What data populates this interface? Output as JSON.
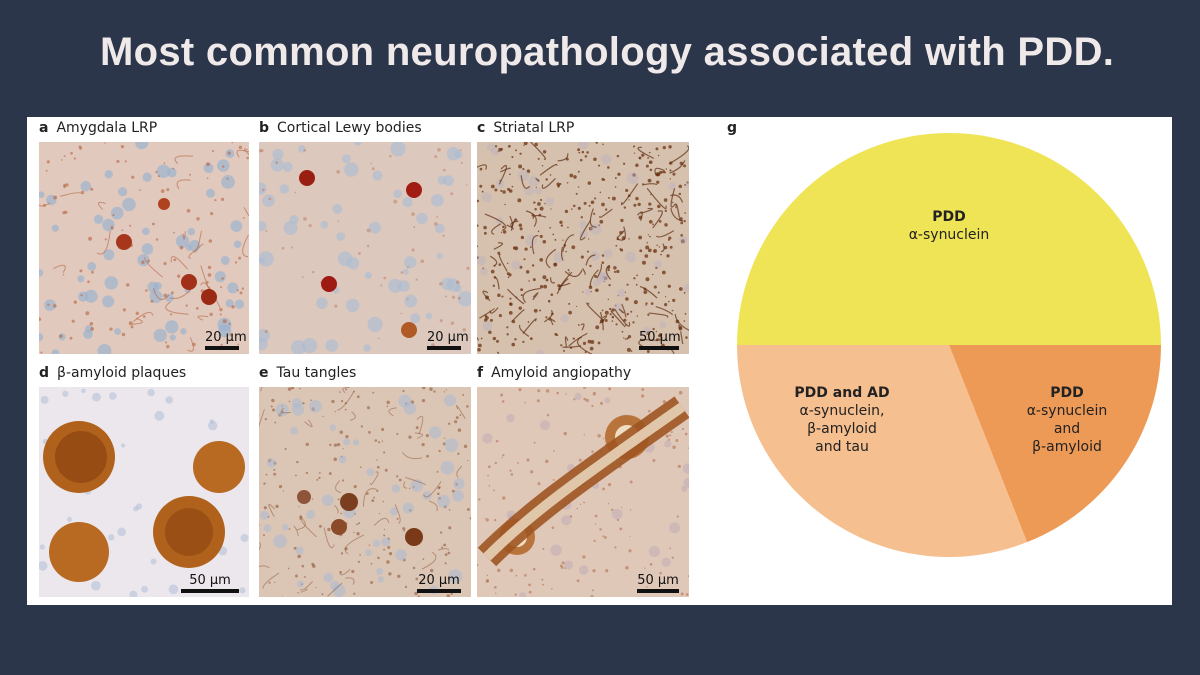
{
  "slide": {
    "title": "Most common neuropathology associated with PDD."
  },
  "panels": [
    {
      "letter": "a",
      "label": "Amygdala LRP",
      "scale": "20 μm"
    },
    {
      "letter": "b",
      "label": "Cortical Lewy bodies",
      "scale": "20 μm"
    },
    {
      "letter": "c",
      "label": "Striatal LRP",
      "scale": "50 μm"
    },
    {
      "letter": "d",
      "label": "β-amyloid plaques",
      "scale": "50 μm"
    },
    {
      "letter": "e",
      "label": "Tau tangles",
      "scale": "20 μm"
    },
    {
      "letter": "f",
      "label": "Amyloid angiopathy",
      "scale": "50 μm"
    }
  ],
  "pie_panel": {
    "letter": "g"
  },
  "chart_data": {
    "type": "pie",
    "slices": [
      {
        "title": "PDD",
        "lines": [
          "α-synuclein"
        ],
        "value": 50,
        "color": "#eee456"
      },
      {
        "title": "PDD",
        "lines": [
          "α-synuclein",
          "and",
          "β-amyloid"
        ],
        "value": 19,
        "color": "#ee9a57"
      },
      {
        "title": "PDD and AD",
        "lines": [
          "α-synuclein,",
          "β-amyloid",
          "and tau"
        ],
        "value": 31,
        "color": "#f6bf8f"
      }
    ]
  }
}
